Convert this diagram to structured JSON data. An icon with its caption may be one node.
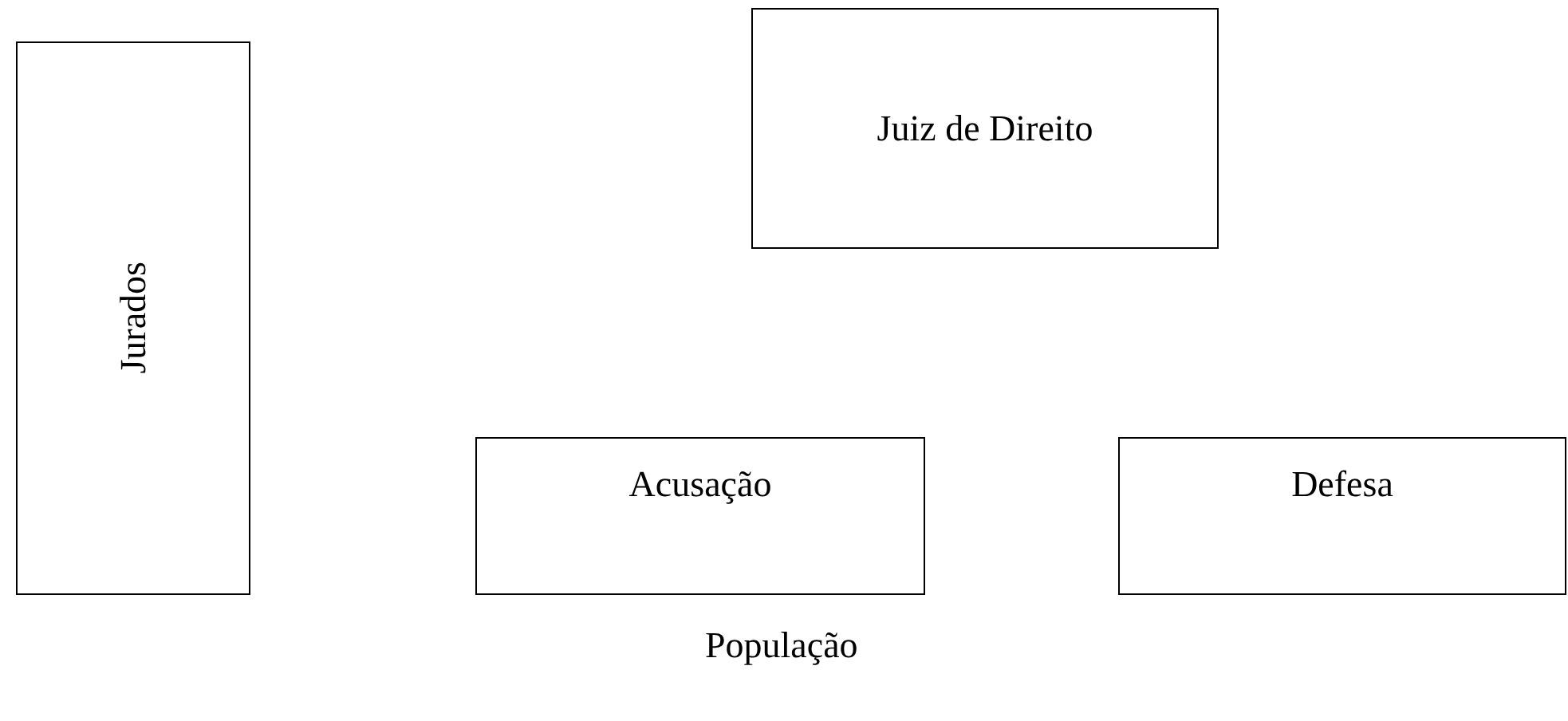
{
  "diagram": {
    "nodes": [
      {
        "text": [
          "Jurados"
        ]
      },
      {
        "text": [
          "Juiz de Direito"
        ]
      },
      {
        "text": [
          "Acusação"
        ]
      },
      {
        "text": [
          "Defesa"
        ]
      }
    ],
    "edges": [],
    "labels": [
      "População"
    ]
  }
}
